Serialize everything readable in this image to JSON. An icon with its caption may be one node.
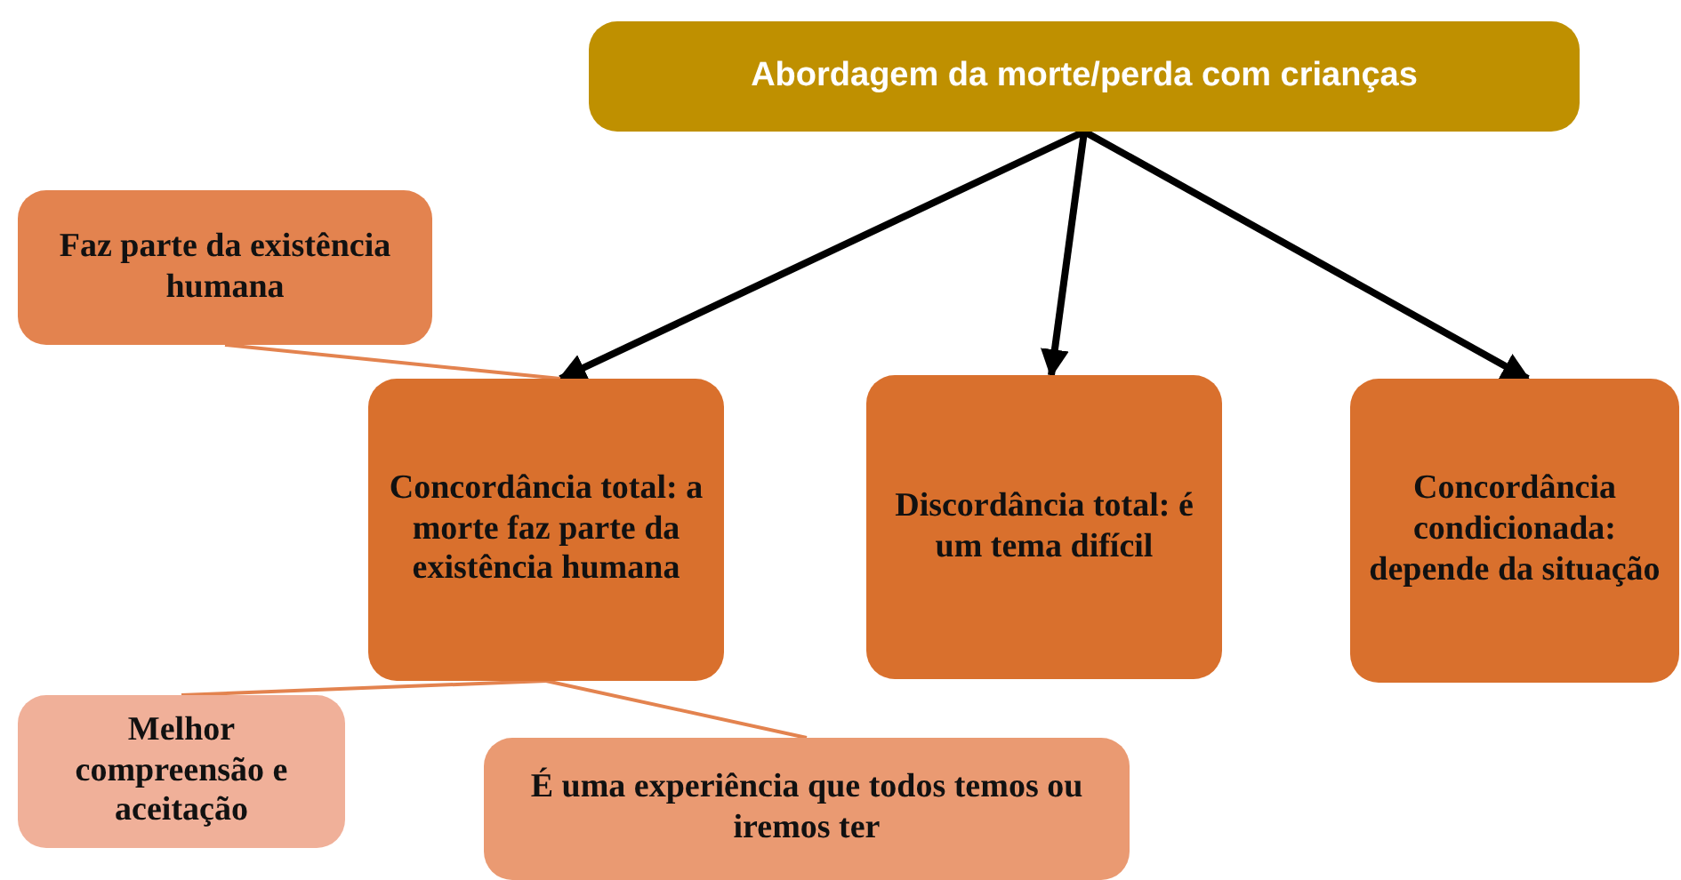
{
  "diagram": {
    "nodes": [
      {
        "text": [
          "Abordagem da morte/perda com crianças"
        ]
      },
      {
        "text": [
          "Faz parte da existência humana"
        ]
      },
      {
        "text": [
          "Concordância total: a morte faz parte da existência humana"
        ]
      },
      {
        "text": [
          "Discordância total: é um tema difícil"
        ]
      },
      {
        "text": [
          "Concordância condicionada: depende da situação"
        ]
      },
      {
        "text": [
          "Melhor compreensão e aceitação"
        ]
      },
      {
        "text": [
          "É uma experiência que todos temos ou iremos ter"
        ]
      }
    ],
    "edges": [
      {
        "from": 0,
        "to": 2,
        "arrow": "to",
        "style": "thick"
      },
      {
        "from": 0,
        "to": 3,
        "arrow": "to",
        "style": "thick"
      },
      {
        "from": 0,
        "to": 4,
        "arrow": "to",
        "style": "thick"
      },
      {
        "from": 1,
        "to": 2,
        "arrow": "none",
        "color": "#e3834f"
      },
      {
        "from": 2,
        "to": 5,
        "arrow": "none",
        "color": "#e3834f"
      },
      {
        "from": 2,
        "to": 6,
        "arrow": "none",
        "color": "#e3834f"
      }
    ]
  }
}
